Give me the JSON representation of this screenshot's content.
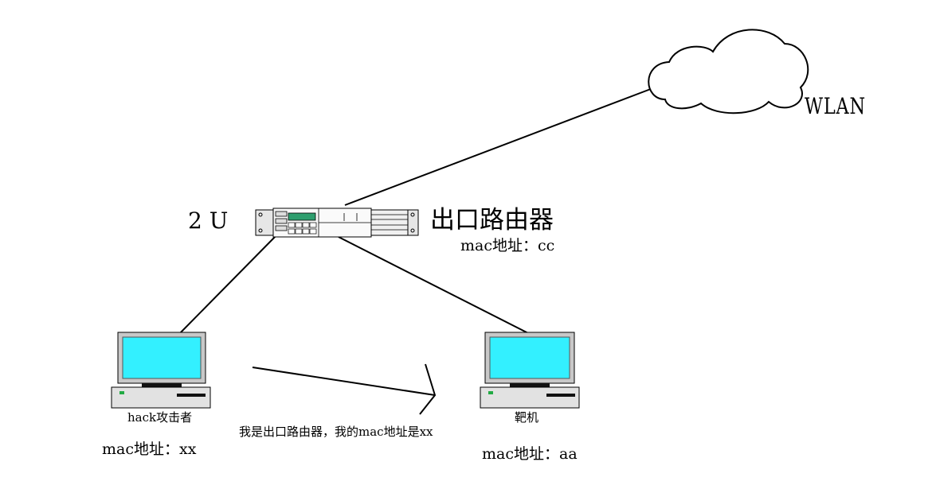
{
  "cloud": {
    "label": "WLAN"
  },
  "router": {
    "size_label": "2 U",
    "name": "出口路由器",
    "mac": "mac地址：cc"
  },
  "attacker": {
    "name": "hack攻击者",
    "mac": "mac地址：xx"
  },
  "victim": {
    "name": "靶机",
    "mac": "mac地址：aa"
  },
  "spoof_message": "我是出口路由器，我的mac地址是xx",
  "colors": {
    "screen": "#33f0ff",
    "monitor_frame": "#c8c8c8",
    "led": "#22aa44",
    "router_panel": "#2e9e6e",
    "line": "#000000"
  }
}
